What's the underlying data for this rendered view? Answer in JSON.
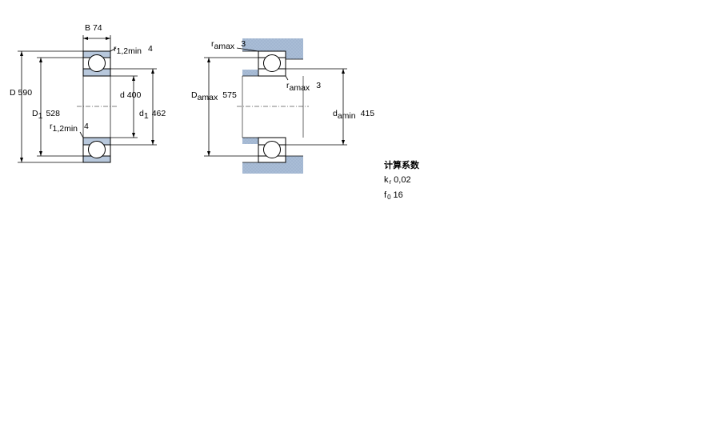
{
  "bearing": {
    "B": {
      "label": "B",
      "value": "74"
    },
    "D": {
      "label": "D",
      "value": "590"
    },
    "D1": {
      "label": "D",
      "sub": "1",
      "value": "528"
    },
    "d": {
      "label": "d",
      "value": "400"
    },
    "d1": {
      "label": "d",
      "sub": "1",
      "value": "462"
    },
    "r12_top": {
      "label": "r",
      "sub": "1,2min",
      "value": "4"
    },
    "r12_bottom": {
      "label": "r",
      "sub": "1,2min",
      "value": "4"
    }
  },
  "mounting": {
    "ra_top": {
      "label": "r",
      "sub": "amax",
      "value": "3"
    },
    "ra_mid": {
      "label": "r",
      "sub": "amax",
      "value": "3"
    },
    "Da": {
      "label": "D",
      "sub": "amax",
      "value": "575"
    },
    "da": {
      "label": "d",
      "sub": "amin",
      "value": "415"
    }
  },
  "coefficients": {
    "heading": "计算系数",
    "kr": {
      "label": "k",
      "sub": "r",
      "value": "0,02"
    },
    "f0": {
      "label": "f",
      "sub": "0",
      "value": "16"
    }
  },
  "colors": {
    "ring_fill": "#b8c8dc",
    "housing_fill": "#a9bdd6",
    "line": "#000000"
  }
}
